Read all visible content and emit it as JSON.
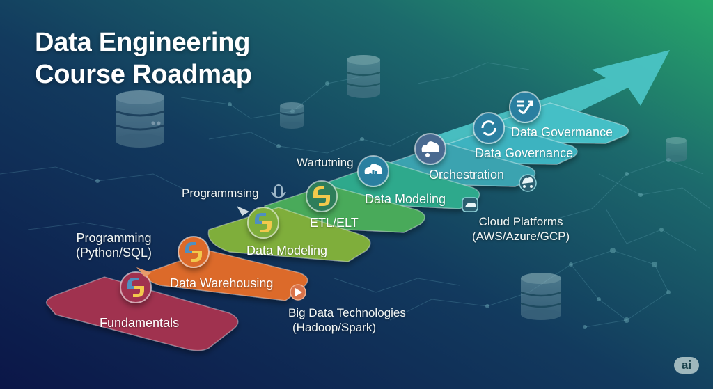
{
  "title": {
    "line1": "Data Engineering",
    "line2": "Course Roadmap"
  },
  "steps": [
    {
      "label": "Fundamentals",
      "color": "#a0304f",
      "icon": "python-icon"
    },
    {
      "label": "Data Warehousing",
      "color": "#dc6a2c",
      "icon": "python-icon"
    },
    {
      "label": "Data Modeling",
      "color": "#7fae3a",
      "icon": "python-icon"
    },
    {
      "label": "ETL/ELT",
      "color": "#4aaa5a",
      "icon": "python-snake-icon"
    },
    {
      "label": "Data Modeling",
      "color": "#2fa98c",
      "icon": "cloud-chart-icon"
    },
    {
      "label": "Orchestration",
      "color": "#3aa3b0",
      "icon": "cloud-network-icon"
    },
    {
      "label": "Data Governance",
      "color": "#3db3c0",
      "icon": "sync-icon"
    },
    {
      "label": "Data Govermance",
      "color": "#45bfc6",
      "icon": "database-arrow-icon"
    }
  ],
  "side_labels": {
    "programming_python_sql": [
      "Programming",
      "(Python/SQL)"
    ],
    "programmsing": "Programmsing",
    "wartutning": "Wartutning",
    "big_data": [
      "Big Data Technologies",
      "(Hadoop/Spark)"
    ],
    "cloud_platforms": [
      "Cloud Platforms",
      "(AWS/Azure/GCP)"
    ]
  },
  "badge": "ai",
  "colors": {
    "bg_dark": "#0c1a4a",
    "bg_teal": "#1e6a6a",
    "bg_green": "#27a86a",
    "arrow": "#4cc6c8"
  }
}
